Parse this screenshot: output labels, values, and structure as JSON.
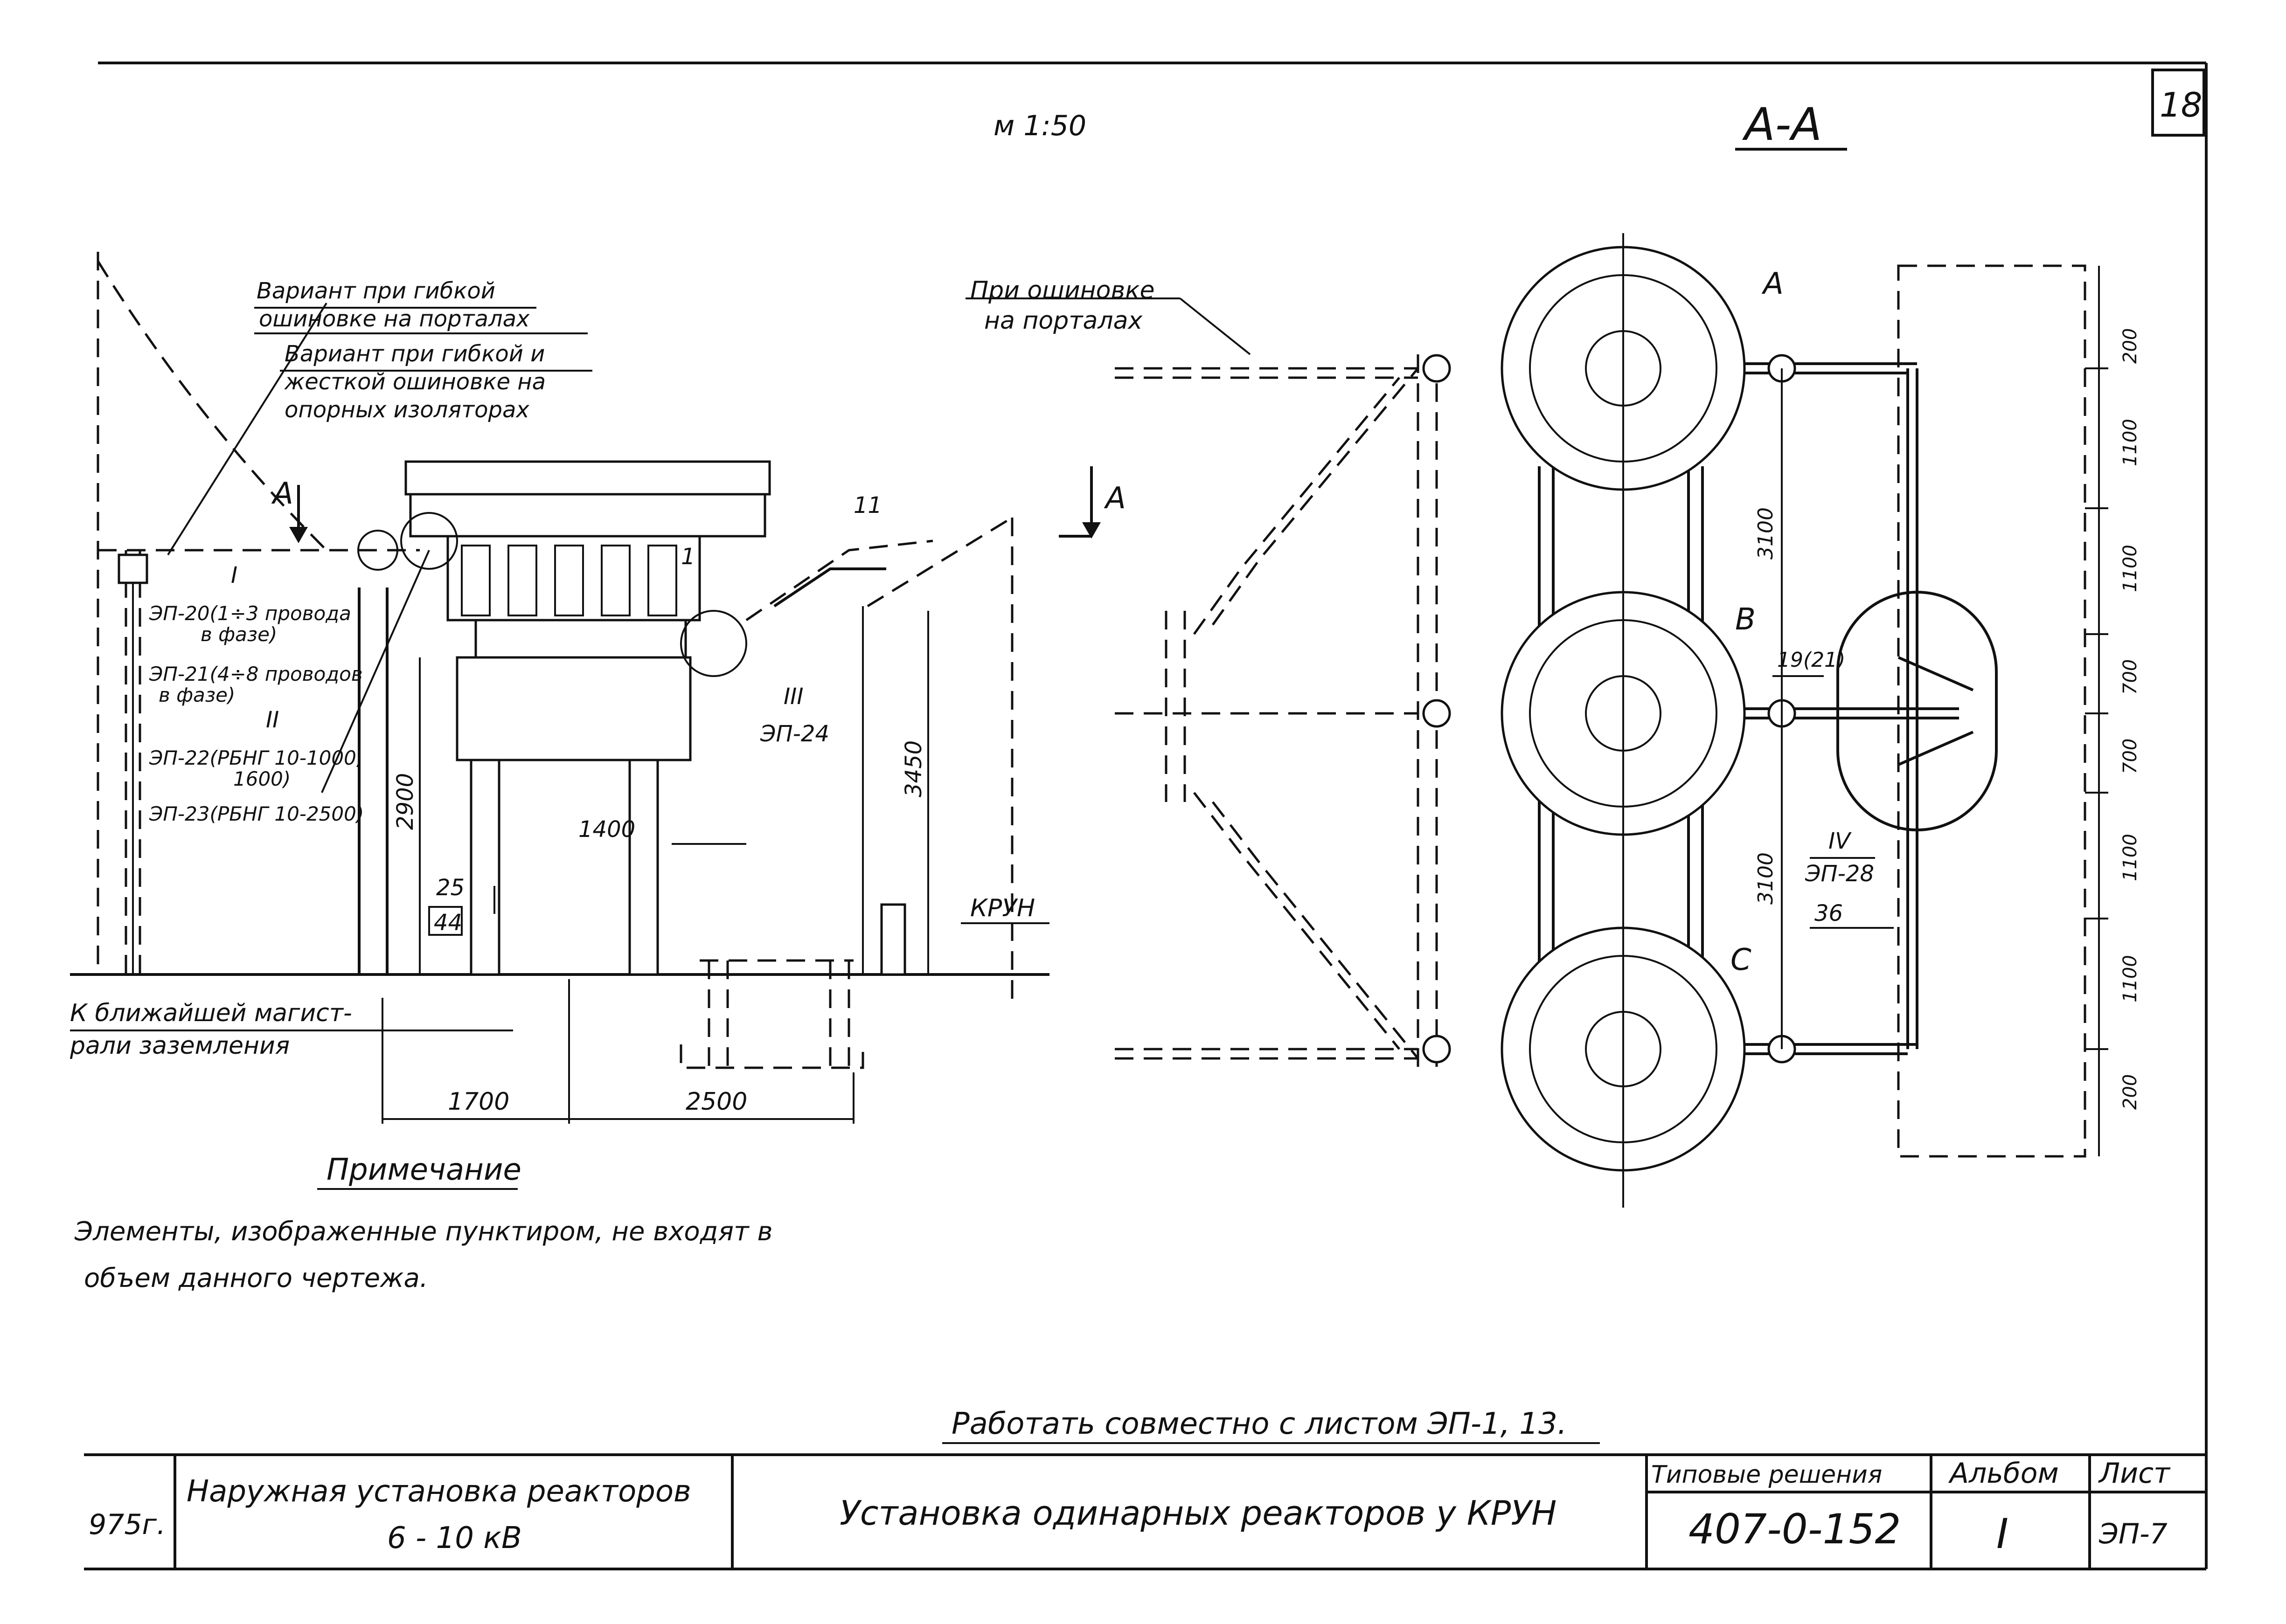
{
  "header": {
    "scale": "м 1:50",
    "sheet_number": "18",
    "section_title": "А-А"
  },
  "left_view": {
    "variant_flexible_portals": [
      "Вариант при гибкой",
      "ошиновке на порталах"
    ],
    "variant_rigid_insulators": [
      "Вариант при гибкой и",
      "жесткой ошиновке на",
      "опорных изоляторах"
    ],
    "section_mark": "А",
    "node_I": "I",
    "node_II": "II",
    "node_III": "III",
    "node_IV": "IV",
    "callouts": [
      "ЭП-20(1÷3 провода",
      "в фазе)",
      "ЭП-21(4÷8 проводов",
      "в фазе)",
      "ЭП-22(РБНГ 10-1000,",
      "1600)",
      "ЭП-23(РБНГ 10-2500)"
    ],
    "ep24": "ЭП-24",
    "pos_1": "1",
    "pos_11": "11",
    "pos_25": "25",
    "pos_44": "44",
    "krun": "КРУН",
    "dims": {
      "d2900": "2900",
      "d1400": "1400",
      "d3450": "3450",
      "d1700": "1700",
      "d2500": "2500"
    },
    "grounding": [
      "К ближайшей магист-",
      "рали заземления"
    ]
  },
  "right_view": {
    "portal_note": [
      "При ошиновке",
      "на порталах"
    ],
    "phases": [
      "А",
      "В",
      "С"
    ],
    "pos_19_21": "19(21)",
    "ep28": "ЭП-28",
    "pos_36": "36",
    "dims_v": [
      "3100",
      "3100"
    ],
    "dims_right": [
      "200",
      "1100",
      "1100",
      "700",
      "700",
      "1100",
      "1100",
      "200"
    ]
  },
  "note": {
    "title": "Примечание",
    "lines": [
      "Элементы, изображенные пунктиром, не входят в",
      "объем данного чертежа."
    ]
  },
  "cross_ref": "Работать совместно с листом ЭП-1, 13.",
  "title_block": {
    "year": "975г.",
    "object_name": [
      "Наружная установка реакторов",
      "6 - 10 кВ"
    ],
    "drawing_name": "Установка одинарных реакторов у КРУН",
    "typical_label": "Типовые решения",
    "typical_code": "407-0-152",
    "album_label": "Альбом",
    "album_value": "I",
    "sheet_label": "Лист",
    "sheet_value": "ЭП-7"
  }
}
